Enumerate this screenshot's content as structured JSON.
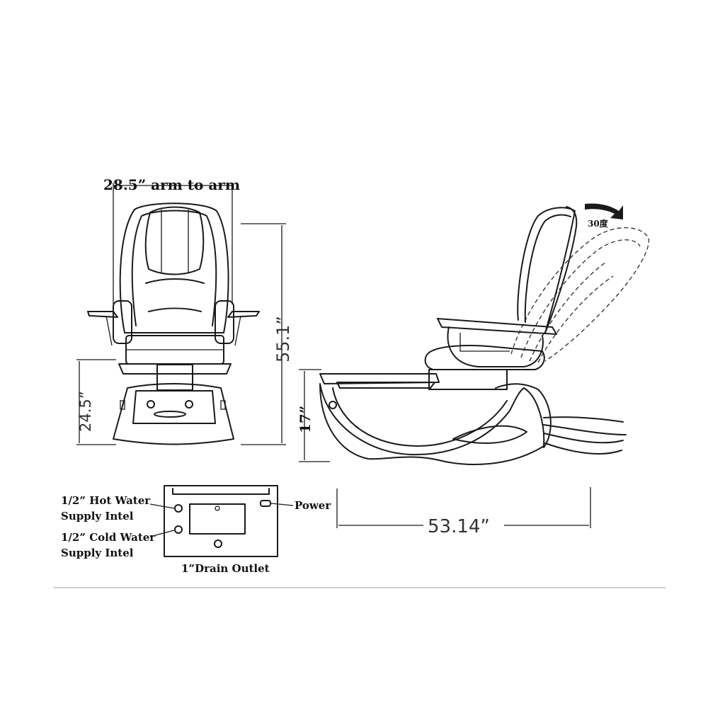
{
  "dimensions": {
    "arm_to_arm": "28.5” arm to arm",
    "total_height": "55.1”",
    "seat_height": "24.5”",
    "basin_height": "17”",
    "length": "53.14”",
    "recline_angle": "30度"
  },
  "labels": {
    "hot_water_line1": "1/2” Hot Water",
    "hot_water_line2": "Supply Intel",
    "cold_water_line1": "1/2” Cold Water",
    "cold_water_line2": "Supply Intel",
    "power": "Power",
    "drain": "1”Drain Outlet"
  },
  "colors": {
    "line": "#1a1a1a",
    "rule": "#bdbdbd"
  }
}
